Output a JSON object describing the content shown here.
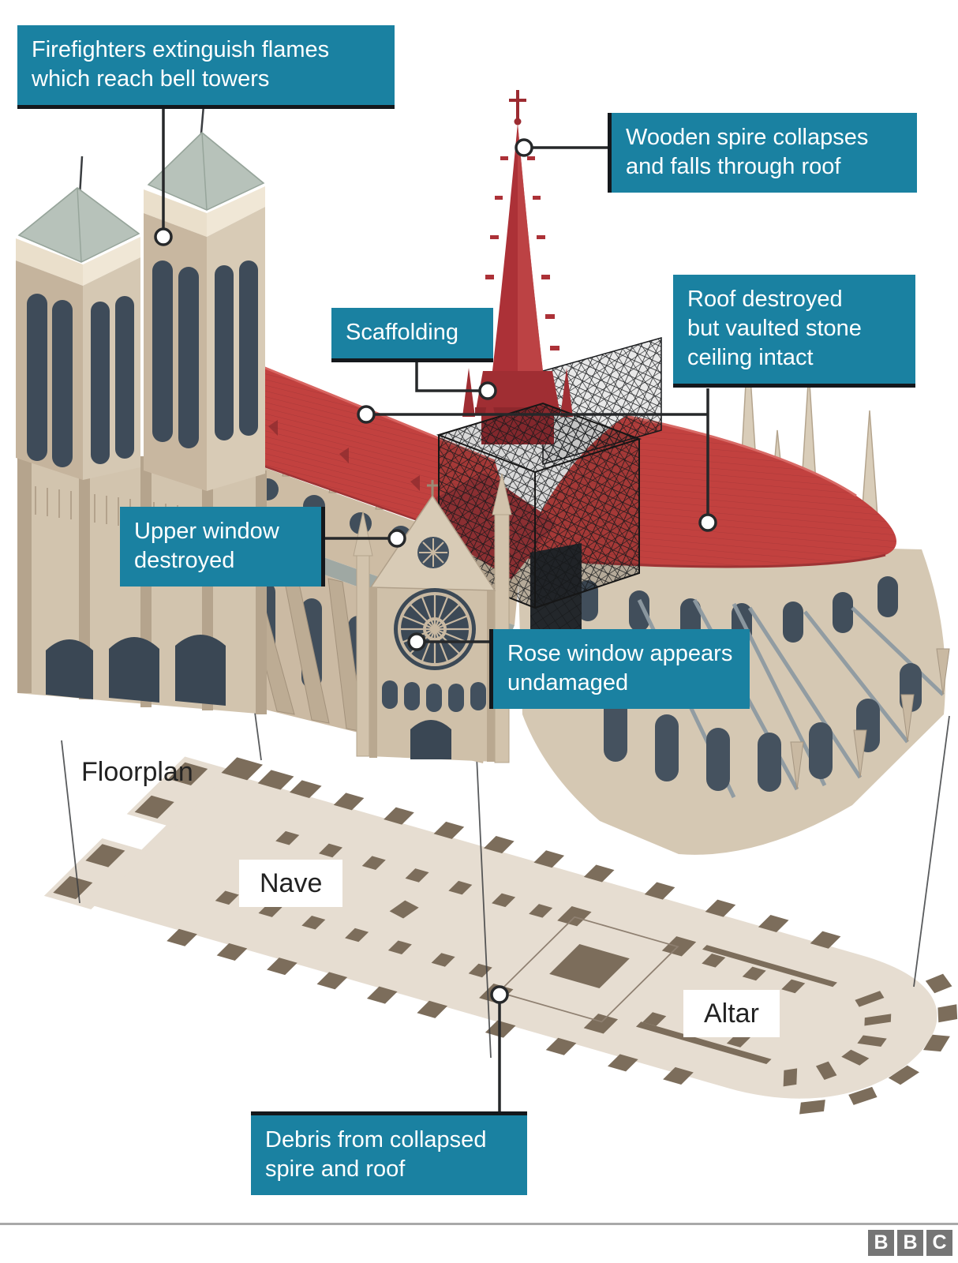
{
  "callouts": {
    "firefighters": {
      "lines": [
        "Firefighters extinguish flames",
        "which reach bell towers"
      ]
    },
    "wooden_spire": {
      "lines": [
        "Wooden spire collapses",
        "and falls through roof"
      ]
    },
    "scaffolding": {
      "lines": [
        "Scaffolding"
      ]
    },
    "roof_destroyed": {
      "lines": [
        "Roof destroyed",
        "but vaulted stone",
        "ceiling intact"
      ]
    },
    "upper_window": {
      "lines": [
        "Upper window",
        "destroyed"
      ]
    },
    "rose_window": {
      "lines": [
        "Rose window appears",
        "undamaged"
      ]
    },
    "debris": {
      "lines": [
        "Debris from collapsed",
        "spire and roof"
      ]
    }
  },
  "floorplan_labels": {
    "title": "Floorplan",
    "nave": "Nave",
    "altar": "Altar"
  },
  "branding": {
    "letters": [
      "B",
      "B",
      "C"
    ]
  },
  "colors": {
    "callout_teal": "#1A81A1",
    "callout_border": "#14181C",
    "damage_red": "#C2413F",
    "spire_red": "#AC3137",
    "scaffolding_black": "#17191B",
    "stone_light": "#D5C8B3",
    "floorplan_floor": "#E6DDD1",
    "floorplan_pillar": "#7C6D5B",
    "leader_line": "#26282A"
  }
}
